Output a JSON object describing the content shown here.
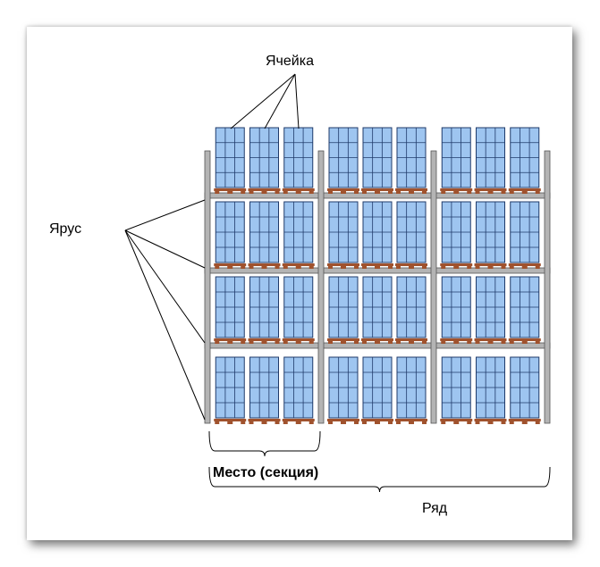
{
  "labels": {
    "cell": "Ячейка",
    "tier": "Ярус",
    "section": "Место (секция)",
    "row": "Ряд"
  },
  "colors": {
    "upright": "#b4b4b4",
    "beam": "#b4b4b4",
    "box_fill": "#9ec5f0",
    "box_stroke": "#1f3a6a",
    "pallet": "#a0522d",
    "line": "#000000"
  },
  "structure": {
    "sections": 3,
    "tiers": 4,
    "cells_per_section": 3
  }
}
